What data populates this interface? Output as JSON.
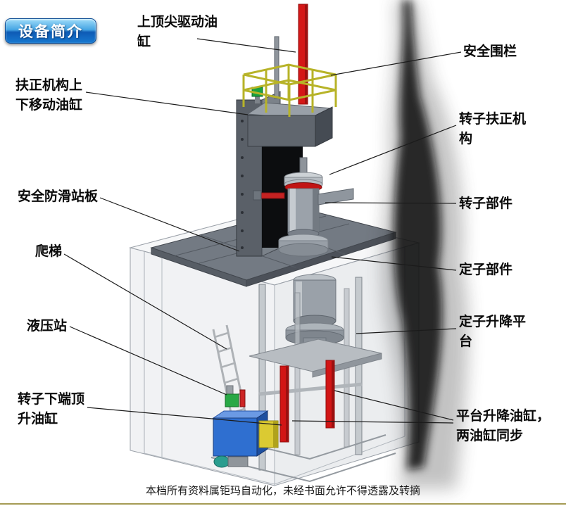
{
  "badge": {
    "label": "设备简介"
  },
  "labels": {
    "top_cylinder": "上顶尖驱动油缸",
    "safety_fence": "安全围栏",
    "centering_cylinder": "扶正机构上下移动油缸",
    "rotor_centering": "转子扶正机构",
    "anti_slip_plate": "安全防滑站板",
    "rotor_part": "转子部件",
    "ladder": "爬梯",
    "stator_part": "定子部件",
    "hydraulic_station": "液压站",
    "stator_lift_platform": "定子升降平台",
    "rotor_bottom_jack_cylinder": "转子下端顶升油缸",
    "platform_lift_cylinders": "平台升降油缸，两油缸同步"
  },
  "footer": {
    "text": "本档所有资料属钜玛自动化，未经书面允许不得透露及转摘"
  },
  "colors": {
    "badge_blue": "#1779d0",
    "cylinder_red": "#d21515",
    "railing_yellow": "#b7b328",
    "hydraulic_blue": "#2f6fd0",
    "frame_gray": "#c5cace",
    "deck_gray": "#737a83"
  }
}
